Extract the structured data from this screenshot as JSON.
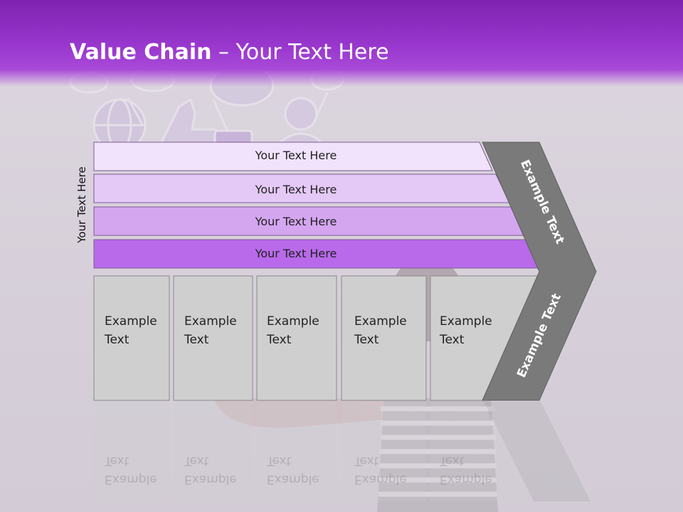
{
  "title": {
    "bold": "Value Chain",
    "rest": " – Your Text Here"
  },
  "side_label": "Your Text Here",
  "rows": [
    "Your Text Here",
    "Your Text Here",
    "Your Text Here",
    "Your Text Here"
  ],
  "columns": [
    [
      "Example",
      "Text"
    ],
    [
      "Example",
      "Text"
    ],
    [
      "Example",
      "Text"
    ],
    [
      "Example",
      "Text"
    ],
    [
      "Example",
      "Text"
    ]
  ],
  "arrow": {
    "upper": "Example Text",
    "lower": "Example Text"
  },
  "colors": {
    "header": "#9a38cf",
    "row1": "#f1e3fb",
    "row2": "#e4c8f6",
    "row3": "#d4a6f0",
    "row4": "#b86aea",
    "column": "#cfcfcf",
    "arrow": "#7a7a7a"
  },
  "icons": [
    "globe-icon",
    "thumbs-up-icon",
    "person-icon",
    "speech-bubble-icon",
    "photo-icon"
  ]
}
